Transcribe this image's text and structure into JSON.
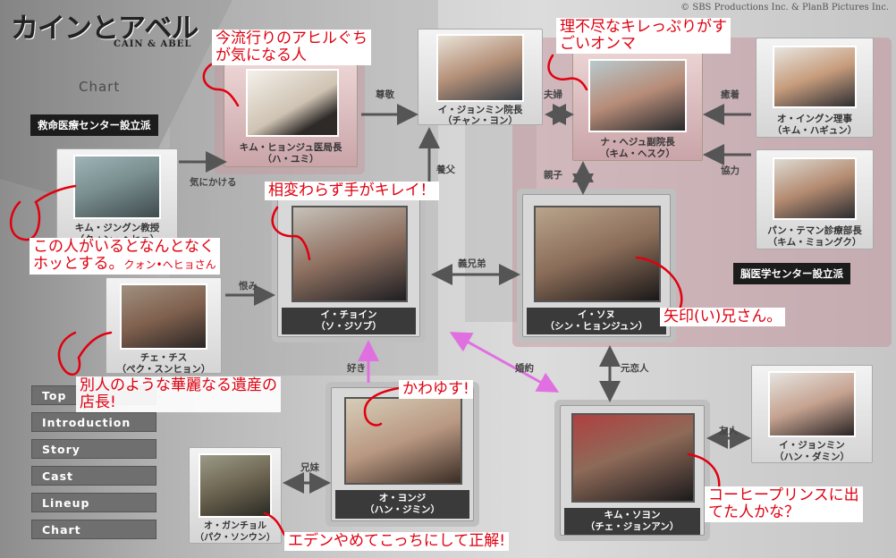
{
  "header": {
    "logo_jp": "カインとアベル",
    "logo_en": "CAIN & ABEL",
    "copyright": "© SBS Productions Inc. & PlanB Pictures Inc.",
    "page_heading": "Chart"
  },
  "groups": {
    "left": "救命医療センター設立派",
    "right": "脳医学センター設立派"
  },
  "people": {
    "kim_hyeonju": {
      "line1": "キム・ヒョンジュ医局長",
      "line2": "（ハ・ユミ）"
    },
    "lee_jongmin_dir": {
      "line1": "イ・ジョンミン院長",
      "line2": "（チャン・ヨン）"
    },
    "na_heju": {
      "line1": "ナ・ヘジュ副院長",
      "line2": "（キム・ヘスク）"
    },
    "oh_ingun": {
      "line1": "オ・イングン理事",
      "line2": "（キム・ハギュン）"
    },
    "pan_teman": {
      "line1": "パン・テマン診療部長",
      "line2": "（キム・ミョングク）"
    },
    "kim_jingun": {
      "line1": "キム・ジングン教授",
      "line2": "（クォン・ヘヒョ）"
    },
    "lee_choin": {
      "line1": "イ・チョイン",
      "line2": "（ソ・ジソブ）"
    },
    "lee_sonu": {
      "line1": "イ・ソヌ",
      "line2": "（シン・ヒョンジュン）"
    },
    "che_chisu": {
      "line1": "チェ・チス",
      "line2": "（ペク・スンヒョン）"
    },
    "oh_yonji": {
      "line1": "オ・ヨンジ",
      "line2": "（ハン・ジミン）"
    },
    "kim_soyon": {
      "line1": "キム・ソヨン",
      "line2": "（チェ・ジョンアン）"
    },
    "lee_jongmin": {
      "line1": "イ・ジョンミン",
      "line2": "（ハン・ダミン）"
    },
    "oh_ganchol": {
      "line1": "オ・ガンチョル",
      "line2": "（パク・ソンウン）"
    }
  },
  "relations": {
    "sonkei": "尊敬",
    "fufu": "夫婦",
    "yuchaku": "癒着",
    "kyoryoku": "協力",
    "kinikakeru": "気にかける",
    "oyako": "親子",
    "yofu": "養父",
    "gikyodai": "義兄弟",
    "urami": "恨み",
    "suki": "好き",
    "konyaku": "婚約",
    "motokoibito": "元恋人",
    "yujin": "友人",
    "kyodai": "兄妹"
  },
  "nav": {
    "items": [
      "Top",
      "Introduction",
      "Story",
      "Cast",
      "Lineup",
      "Chart"
    ]
  },
  "notes": {
    "n1": "今流行りのアヒルぐち\nが気になる人",
    "n2": "理不尽なキレっぷりがす\nごいオンマ",
    "n3": "相変わらず手がキレイ！",
    "n4": "この人がいるとなんとなく\nホッとする。",
    "n4_small": "クォン•ヘヒョさん",
    "n5": "矢印(い)兄さん。",
    "n6": "別人のような華麗なる遺産の\n店長!",
    "n7": "かわゆす!",
    "n8": "コーヒープリンスに出\nてた人かな？",
    "n9": "エデンやめてこっちにして正解!"
  },
  "colors": {
    "annotation_red": "#e00010",
    "arrow_gray": "#555555",
    "engagement_pink": "#e070e0",
    "group_label_bg": "#1c1c1c",
    "nav_bg": "#6f6f6f"
  }
}
